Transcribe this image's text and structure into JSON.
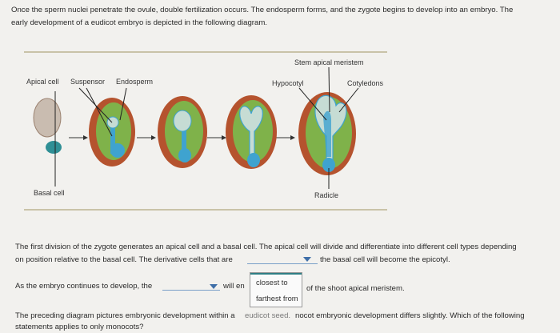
{
  "intro": {
    "line1": "Once the sperm nuclei penetrate the ovule, double fertilization occurs. The endosperm forms, and the zygote begins to develop into an embryo. The",
    "line2": "early development of a eudicot embryo is depicted in the following diagram."
  },
  "diagram": {
    "labels": {
      "apical_cell": "Apical cell",
      "suspensor": "Suspensor",
      "endosperm": "Endosperm",
      "basal_cell": "Basal cell",
      "stem_apical_meristem": "Stem apical meristem",
      "hypocotyl": "Hypocotyl",
      "cotyledons": "Cotyledons",
      "radicle": "Radicle"
    },
    "colors": {
      "seed_coat": "#b5532e",
      "endosperm": "#7fb24a",
      "embryo": "#3fa3cf",
      "embryo_light": "#c6dcd4",
      "rule": "#c9c3a8"
    }
  },
  "question1": {
    "line1": "The first division of the zygote generates an apical cell and a basal cell. The apical cell will divide and differentiate into different cell types depending",
    "line2_prefix": "on position relative to the basal cell. The derivative cells that are",
    "line2_suffix": "the basal cell will become the epicotyl."
  },
  "question2": {
    "prefix": "As the embryo continues to develop, the",
    "middle": "will en",
    "suffix": "of the shoot apical meristem.",
    "options": [
      "closest to",
      "farthest from"
    ]
  },
  "question3": {
    "line1_prefix": "The preceding diagram pictures embryonic development within a",
    "line1_hidden": "eudicot seed.",
    "line1_suffix": "nocot embryonic development differs slightly. Which of the following",
    "line2": "statements applies to only monocots?"
  }
}
